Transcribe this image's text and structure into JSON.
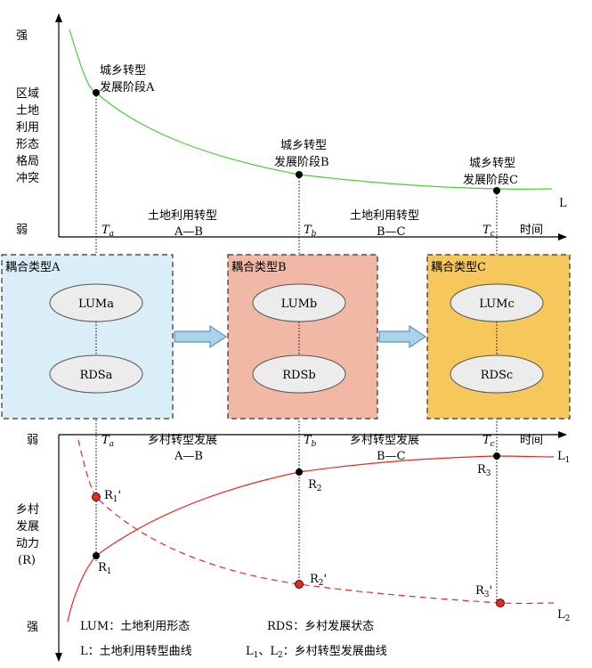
{
  "top_axis": {
    "strong": "强",
    "weak": "弱",
    "y_label_lines": [
      "区域",
      "土地",
      "利用",
      "形态",
      "格局",
      "冲突"
    ],
    "time": "时间",
    "curve_label": "L"
  },
  "stages": [
    {
      "line1": "城乡转型",
      "line2": "发展阶段A",
      "t_main": "T",
      "t_sub": "a"
    },
    {
      "line1": "城乡转型",
      "line2": "发展阶段B",
      "t_main": "T",
      "t_sub": "b"
    },
    {
      "line1": "城乡转型",
      "line2": "发展阶段C",
      "t_main": "T",
      "t_sub": "c"
    }
  ],
  "land_transitions": [
    {
      "label": "土地利用转型",
      "range": "A—B"
    },
    {
      "label": "土地利用转型",
      "range": "B—C"
    }
  ],
  "coupling_boxes": [
    {
      "title": "耦合类型A",
      "lum": "LUMa",
      "rds": "RDSa",
      "fill": "#d9eef6"
    },
    {
      "title": "耦合类型B",
      "lum": "LUMb",
      "rds": "RDSb",
      "fill": "#f2b8a6"
    },
    {
      "title": "耦合类型C",
      "lum": "LUMc",
      "rds": "RDSc",
      "fill": "#f6c75a"
    }
  ],
  "bottom_axis": {
    "weak": "弱",
    "strong": "强",
    "y_label_lines": [
      "乡村",
      "发展",
      "动力",
      "(R)"
    ],
    "time": "时间",
    "curve1_main": "L",
    "curve1_sub": "1",
    "curve2_main": "L",
    "curve2_sub": "2"
  },
  "rural_transitions": [
    {
      "label": "乡村转型发展",
      "range": "A—B"
    },
    {
      "label": "乡村转型发展",
      "range": "B—C"
    }
  ],
  "r_points": [
    {
      "main": "R",
      "sub": "1",
      "prime": ""
    },
    {
      "main": "R",
      "sub": "2",
      "prime": ""
    },
    {
      "main": "R",
      "sub": "3",
      "prime": ""
    },
    {
      "main": "R",
      "sub": "1",
      "prime": "'"
    },
    {
      "main": "R",
      "sub": "2",
      "prime": "'"
    },
    {
      "main": "R",
      "sub": "3",
      "prime": "'"
    }
  ],
  "legend": {
    "lum": "LUM：土地利用形态",
    "rds": "RDS：乡村发展状态",
    "l_line": "L：土地利用转型曲线",
    "l12_a": "L",
    "l12_s1": "1",
    "l12_mid": "、L",
    "l12_s2": "2",
    "l12_rest": "：乡村转型发展曲线"
  },
  "colors": {
    "green_curve": "#4ccb3a",
    "red_curve": "#e8281e",
    "arrow_fill": "#a8d4ec",
    "arrow_stroke": "#4a7fa8",
    "ellipse_fill": "#ececec"
  }
}
